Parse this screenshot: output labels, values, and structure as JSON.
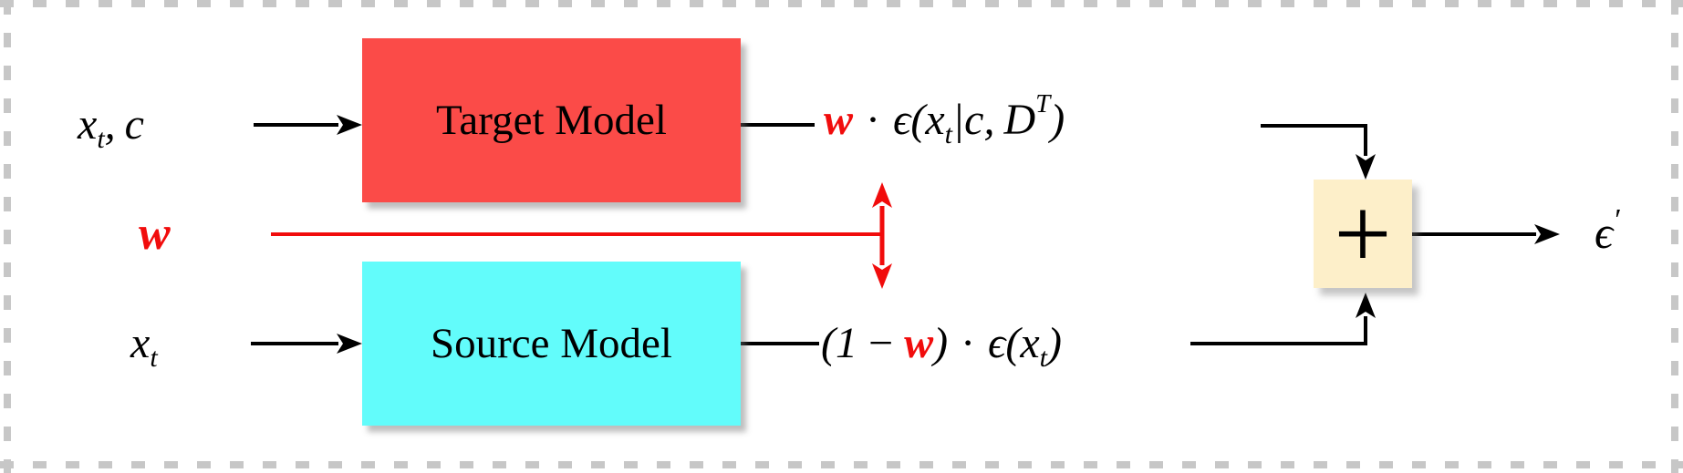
{
  "colors": {
    "target_box": "#fb4b48",
    "source_box": "#62fcfb",
    "adder_box": "#fdefc9",
    "weight_red": "#f10c0c",
    "line_black": "#000000",
    "border_gray": "#c7c7c7"
  },
  "inputs": {
    "target_input": {
      "x": "x",
      "sub": "t",
      "comma": ",",
      "c": "c"
    },
    "source_input": {
      "x": "x",
      "sub": "t"
    },
    "weight": {
      "label": "w"
    }
  },
  "boxes": {
    "target": {
      "label": "Target Model"
    },
    "source": {
      "label": "Source Model"
    },
    "adder": {
      "operator": "+"
    }
  },
  "outputs": {
    "target_expr": {
      "w": "w",
      "cdot": "·",
      "eps_open": "ϵ(x",
      "sub_t": "t",
      "bar_c": "|c,",
      "D": "D",
      "sup_T": "T",
      "close": ")"
    },
    "source_expr": {
      "open": "(1",
      "minus": "−",
      "w": "w",
      "close_paren": ")",
      "cdot": "·",
      "eps_open": "ϵ(x",
      "sub_t": "t",
      "close": ")"
    },
    "final": {
      "eps": "ϵ",
      "prime": "′"
    }
  }
}
